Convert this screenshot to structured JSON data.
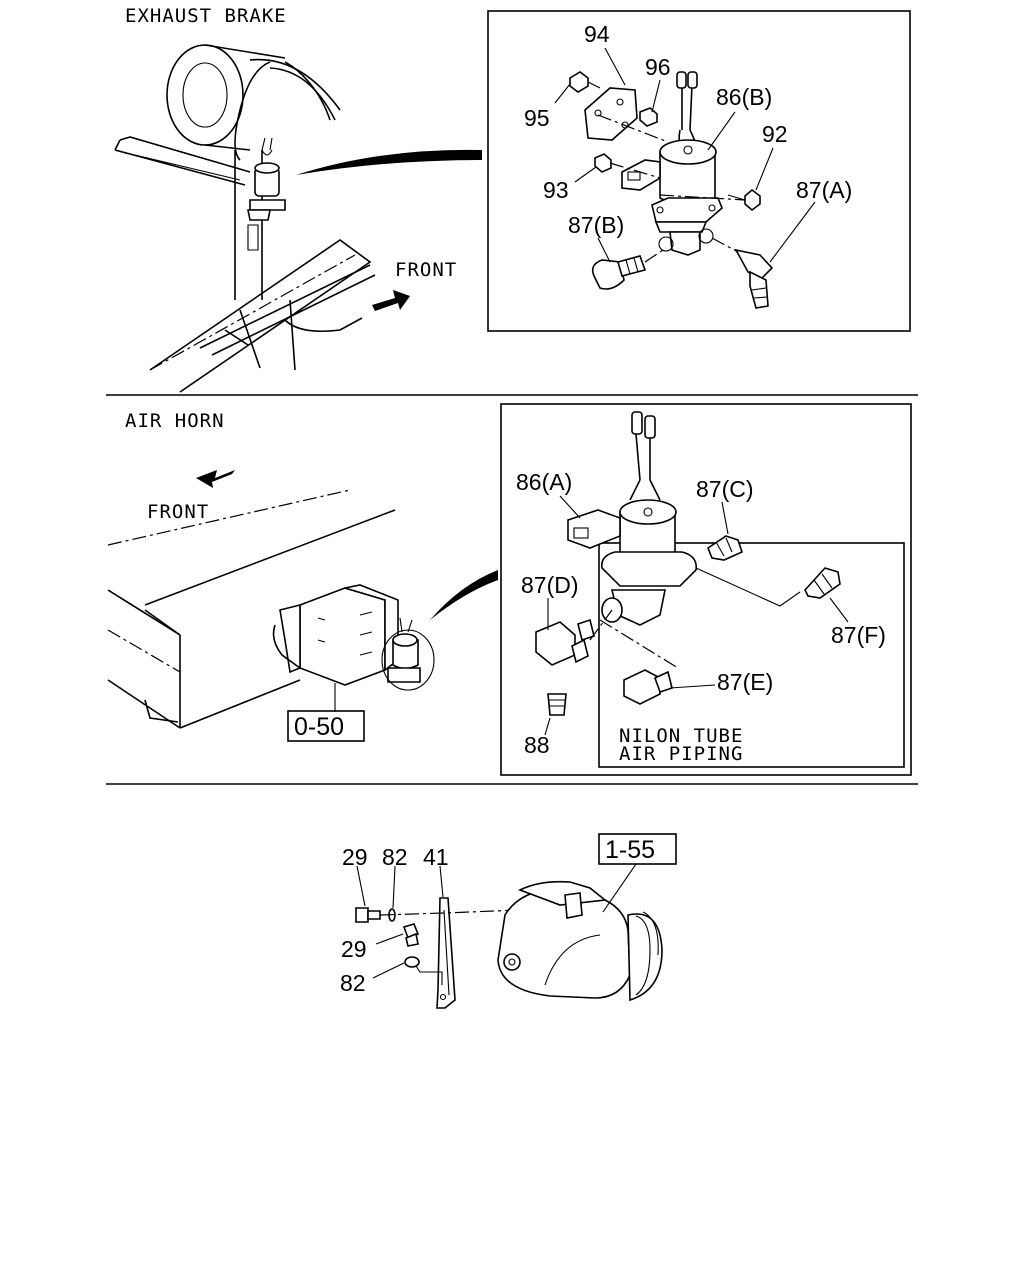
{
  "sections": {
    "exhaust_brake": {
      "title": "EXHAUST BRAKE",
      "front": "FRONT",
      "callouts": {
        "c94": "94",
        "c96": "96",
        "c95": "95",
        "c86b": "86(B)",
        "c92": "92",
        "c93": "93",
        "c87a": "87(A)",
        "c87b": "87(B)"
      }
    },
    "air_horn": {
      "title": "AIR HORN",
      "front": "FRONT",
      "ref_box": "0-50",
      "callouts": {
        "c86a": "86(A)",
        "c87c": "87(C)",
        "c87d": "87(D)",
        "c87f": "87(F)",
        "c87e": "87(E)",
        "c88": "88"
      },
      "inset_lines": [
        "NILON TUBE",
        "AIR PIPING"
      ]
    },
    "bracket": {
      "ref_box": "1-55",
      "callouts": {
        "c29a": "29",
        "c82a": "82",
        "c41": "41",
        "c29b": "29",
        "c82b": "82"
      }
    }
  }
}
